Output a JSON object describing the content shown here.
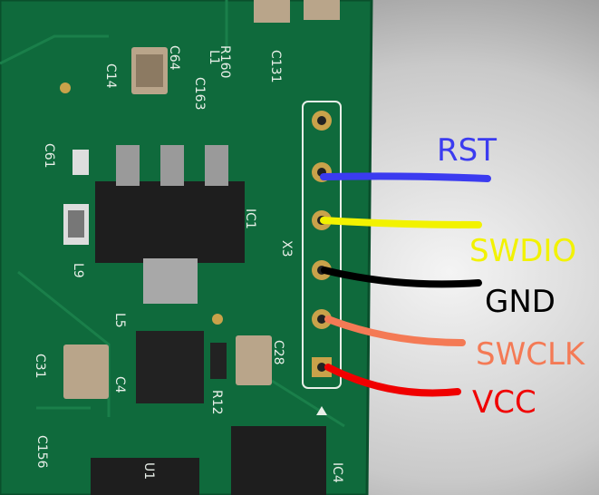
{
  "labels": {
    "rst": "RST",
    "swdio": "SWDIO",
    "gnd": "GND",
    "swclk": "SWCLK",
    "vcc": "VCC"
  },
  "colors": {
    "rst": "#3b3bf0",
    "swdio": "#f2f200",
    "gnd": "#000000",
    "swclk": "#f47a55",
    "vcc": "#f00000",
    "pcb": "#0f6a3c"
  },
  "silkscreen": {
    "c64": "C64",
    "l1": "L1",
    "r160": "R160",
    "c131": "C131",
    "c163": "C163",
    "c14": "C14",
    "c61": "C61",
    "ic1": "IC1",
    "x3": "X3",
    "l9": "L9",
    "l5": "L5",
    "c28": "C28",
    "c31": "C31",
    "c4": "C4",
    "r12": "R12",
    "c156": "C156",
    "ic4": "IC4",
    "u1": "U1"
  }
}
